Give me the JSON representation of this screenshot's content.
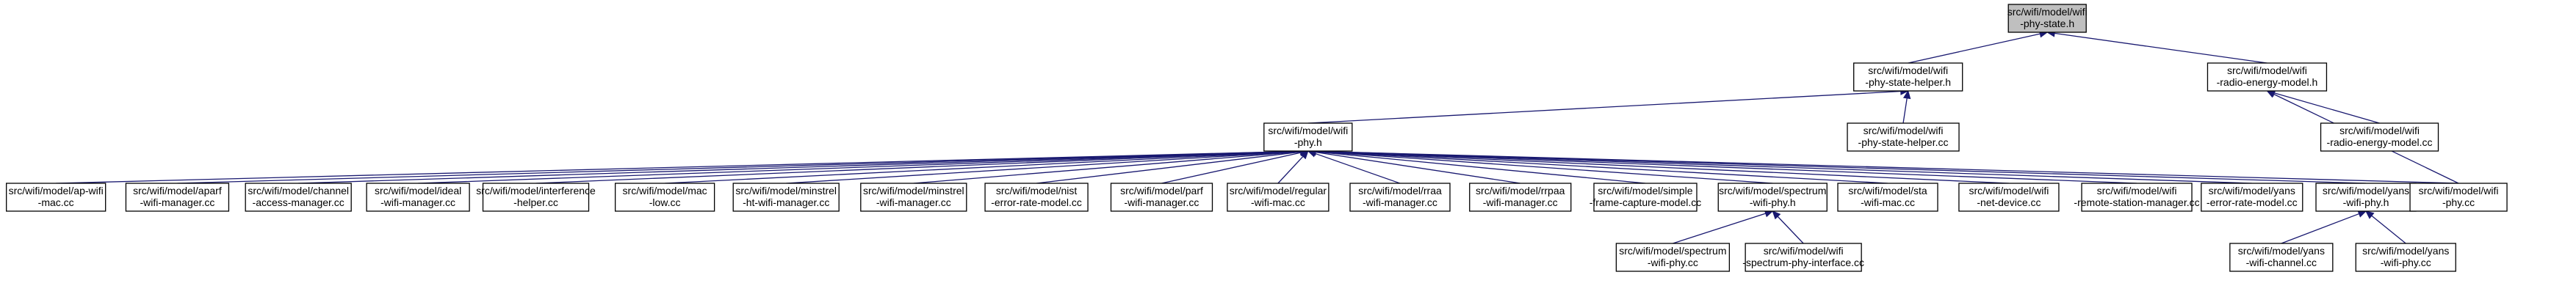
{
  "title": "",
  "colors": {
    "edge": "#191970",
    "node_fill": "#ffffff",
    "root_fill": "#bfbfbf",
    "node_border": "#000000"
  },
  "nodes": [
    {
      "id": "n0",
      "lines": [
        "src/wifi/model/wifi",
        "-phy-state.h"
      ]
    },
    {
      "id": "n1",
      "lines": [
        "src/wifi/model/wifi",
        "-phy-state-helper.h"
      ]
    },
    {
      "id": "n2",
      "lines": [
        "src/wifi/model/wifi",
        "-radio-energy-model.h"
      ]
    },
    {
      "id": "n3",
      "lines": [
        "src/wifi/model/wifi",
        "-phy.h"
      ]
    },
    {
      "id": "n4",
      "lines": [
        "src/wifi/model/wifi",
        "-phy-state-helper.cc"
      ]
    },
    {
      "id": "n5",
      "lines": [
        "src/wifi/model/wifi",
        "-radio-energy-model.cc"
      ]
    },
    {
      "id": "n6",
      "lines": [
        "src/wifi/model/ap-wifi",
        "-mac.cc"
      ]
    },
    {
      "id": "n7",
      "lines": [
        "src/wifi/model/aparf",
        "-wifi-manager.cc"
      ]
    },
    {
      "id": "n8",
      "lines": [
        "src/wifi/model/channel",
        "-access-manager.cc"
      ]
    },
    {
      "id": "n9",
      "lines": [
        "src/wifi/model/ideal",
        "-wifi-manager.cc"
      ]
    },
    {
      "id": "n10",
      "lines": [
        "src/wifi/model/interference",
        "-helper.cc"
      ]
    },
    {
      "id": "n11",
      "lines": [
        "src/wifi/model/mac",
        "-low.cc"
      ]
    },
    {
      "id": "n12",
      "lines": [
        "src/wifi/model/minstrel",
        "-ht-wifi-manager.cc"
      ]
    },
    {
      "id": "n13",
      "lines": [
        "src/wifi/model/minstrel",
        "-wifi-manager.cc"
      ]
    },
    {
      "id": "n14",
      "lines": [
        "src/wifi/model/nist",
        "-error-rate-model.cc"
      ]
    },
    {
      "id": "n15",
      "lines": [
        "src/wifi/model/parf",
        "-wifi-manager.cc"
      ]
    },
    {
      "id": "n16",
      "lines": [
        "src/wifi/model/regular",
        "-wifi-mac.cc"
      ]
    },
    {
      "id": "n17",
      "lines": [
        "src/wifi/model/rraa",
        "-wifi-manager.cc"
      ]
    },
    {
      "id": "n18",
      "lines": [
        "src/wifi/model/rrpaa",
        "-wifi-manager.cc"
      ]
    },
    {
      "id": "n19",
      "lines": [
        "src/wifi/model/simple",
        "-frame-capture-model.cc"
      ]
    },
    {
      "id": "n20",
      "lines": [
        "src/wifi/model/spectrum",
        "-wifi-phy.h"
      ]
    },
    {
      "id": "n21",
      "lines": [
        "src/wifi/model/sta",
        "-wifi-mac.cc"
      ]
    },
    {
      "id": "n22",
      "lines": [
        "src/wifi/model/wifi",
        "-net-device.cc"
      ]
    },
    {
      "id": "n23",
      "lines": [
        "src/wifi/model/wifi",
        "-remote-station-manager.cc"
      ]
    },
    {
      "id": "n24",
      "lines": [
        "src/wifi/model/yans",
        "-error-rate-model.cc"
      ]
    },
    {
      "id": "n25",
      "lines": [
        "src/wifi/model/yans",
        "-wifi-phy.h"
      ]
    },
    {
      "id": "n26",
      "lines": [
        "src/wifi/model/wifi",
        "-phy.cc"
      ]
    },
    {
      "id": "n27",
      "lines": [
        "src/wifi/model/spectrum",
        "-wifi-phy.cc"
      ]
    },
    {
      "id": "n28",
      "lines": [
        "src/wifi/model/wifi",
        "-spectrum-phy-interface.cc"
      ]
    },
    {
      "id": "n29",
      "lines": [
        "src/wifi/model/yans",
        "-wifi-channel.cc"
      ]
    },
    {
      "id": "n30",
      "lines": [
        "src/wifi/model/yans",
        "-wifi-phy.cc"
      ]
    }
  ],
  "edges": [
    {
      "from": "n1",
      "to": "n0"
    },
    {
      "from": "n2",
      "to": "n0"
    },
    {
      "from": "n3",
      "to": "n1"
    },
    {
      "from": "n4",
      "to": "n1"
    },
    {
      "from": "n5",
      "to": "n2"
    },
    {
      "from": "n26",
      "to": "n2"
    },
    {
      "from": "n6",
      "to": "n3"
    },
    {
      "from": "n7",
      "to": "n3"
    },
    {
      "from": "n8",
      "to": "n3"
    },
    {
      "from": "n9",
      "to": "n3"
    },
    {
      "from": "n10",
      "to": "n3"
    },
    {
      "from": "n11",
      "to": "n3"
    },
    {
      "from": "n12",
      "to": "n3"
    },
    {
      "from": "n13",
      "to": "n3"
    },
    {
      "from": "n14",
      "to": "n3"
    },
    {
      "from": "n15",
      "to": "n3"
    },
    {
      "from": "n16",
      "to": "n3"
    },
    {
      "from": "n17",
      "to": "n3"
    },
    {
      "from": "n18",
      "to": "n3"
    },
    {
      "from": "n19",
      "to": "n3"
    },
    {
      "from": "n20",
      "to": "n3"
    },
    {
      "from": "n21",
      "to": "n3"
    },
    {
      "from": "n22",
      "to": "n3"
    },
    {
      "from": "n23",
      "to": "n3"
    },
    {
      "from": "n24",
      "to": "n3"
    },
    {
      "from": "n25",
      "to": "n3"
    },
    {
      "from": "n26",
      "to": "n3"
    },
    {
      "from": "n27",
      "to": "n20"
    },
    {
      "from": "n28",
      "to": "n20"
    },
    {
      "from": "n29",
      "to": "n25"
    },
    {
      "from": "n30",
      "to": "n25"
    }
  ]
}
